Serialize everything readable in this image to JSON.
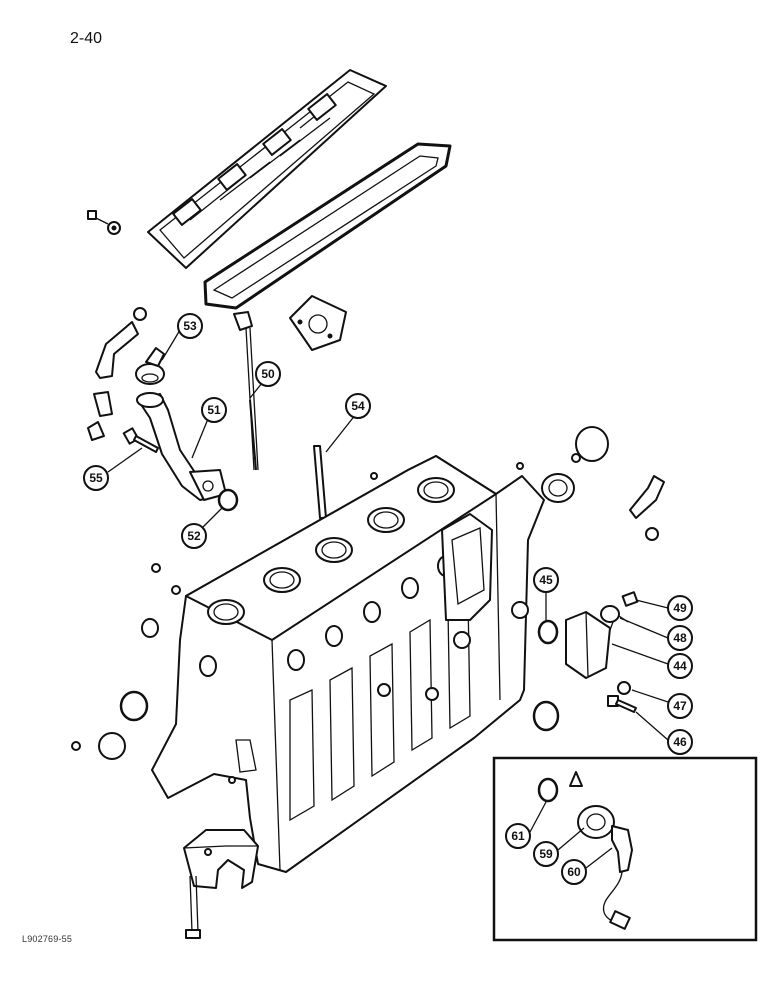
{
  "page_number": "2-40",
  "figure_code": "L902769-55",
  "callouts": [
    "53",
    "50",
    "51",
    "54",
    "55",
    "52",
    "45",
    "49",
    "48",
    "44",
    "47",
    "46",
    "61",
    "59",
    "60"
  ]
}
